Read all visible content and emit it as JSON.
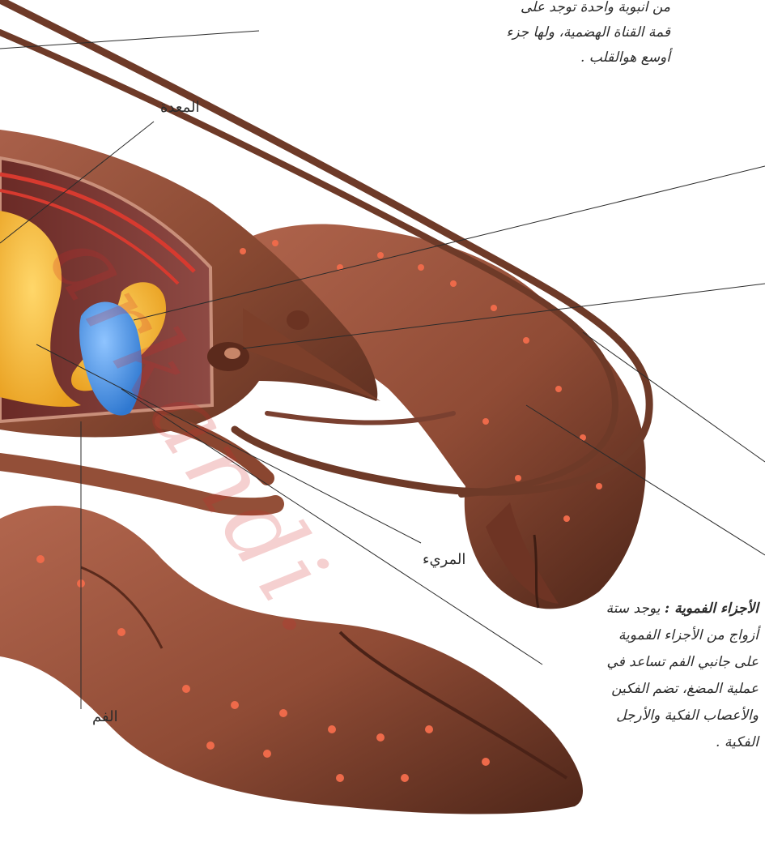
{
  "labels": {
    "heart_note": {
      "lines": [
        "من انبوبة واحدة توجد على",
        "قمة القناة الهضمية، ولها جزء",
        "أوسع هوالقلب ."
      ]
    },
    "stomach": "المعدة",
    "esophagus": "المريء",
    "mouth": "الفم",
    "mouthparts": {
      "title": "الأجزاء الفموية :",
      "lines": [
        "يوجد ستة",
        "أزواج من الأجزاء الفموية",
        "على جانبي الفم تساعد في",
        "عملية المضغ، تضم الفكين",
        "والأعصاب الفكية والأرجل",
        "الفكية ."
      ]
    }
  },
  "watermark": "arkandi.",
  "colors": {
    "body_brown": "#8a4a33",
    "stomach_blue": "#3f8fe0",
    "gland_yellow": "#f5b52e",
    "spots": "#ee6a4a",
    "vessel_red": "#d73a2f"
  }
}
